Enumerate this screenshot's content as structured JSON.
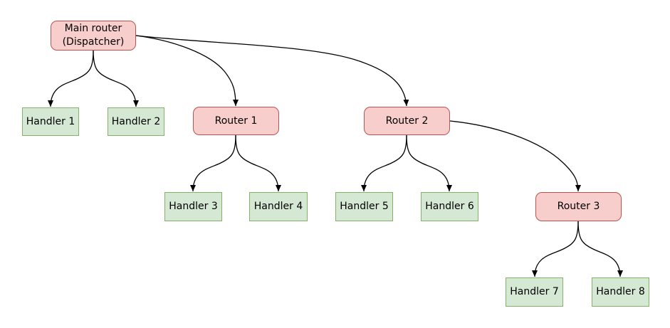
{
  "diagram": {
    "type": "tree-flowchart",
    "colors": {
      "router_fill": "#f8cecc",
      "router_border": "#b85450",
      "handler_fill": "#d5e8d4",
      "handler_border": "#82b366",
      "edge": "#000000",
      "canvas_bg": "#ffffff",
      "text": "#000000"
    },
    "nodes": {
      "main_router": {
        "label": "Main router\n(Dispatcher)",
        "type": "router"
      },
      "handler_1": {
        "label": "Handler 1",
        "type": "handler"
      },
      "handler_2": {
        "label": "Handler 2",
        "type": "handler"
      },
      "router_1": {
        "label": "Router 1",
        "type": "router"
      },
      "router_2": {
        "label": "Router 2",
        "type": "router"
      },
      "handler_3": {
        "label": "Handler 3",
        "type": "handler"
      },
      "handler_4": {
        "label": "Handler 4",
        "type": "handler"
      },
      "handler_5": {
        "label": "Handler 5",
        "type": "handler"
      },
      "handler_6": {
        "label": "Handler 6",
        "type": "handler"
      },
      "router_3": {
        "label": "Router 3",
        "type": "router"
      },
      "handler_7": {
        "label": "Handler 7",
        "type": "handler"
      },
      "handler_8": {
        "label": "Handler 8",
        "type": "handler"
      }
    },
    "edges": [
      {
        "from": "main_router",
        "to": "handler_1"
      },
      {
        "from": "main_router",
        "to": "handler_2"
      },
      {
        "from": "main_router",
        "to": "router_1"
      },
      {
        "from": "main_router",
        "to": "router_2"
      },
      {
        "from": "router_1",
        "to": "handler_3"
      },
      {
        "from": "router_1",
        "to": "handler_4"
      },
      {
        "from": "router_2",
        "to": "handler_5"
      },
      {
        "from": "router_2",
        "to": "handler_6"
      },
      {
        "from": "router_2",
        "to": "router_3"
      },
      {
        "from": "router_3",
        "to": "handler_7"
      },
      {
        "from": "router_3",
        "to": "handler_8"
      }
    ]
  }
}
